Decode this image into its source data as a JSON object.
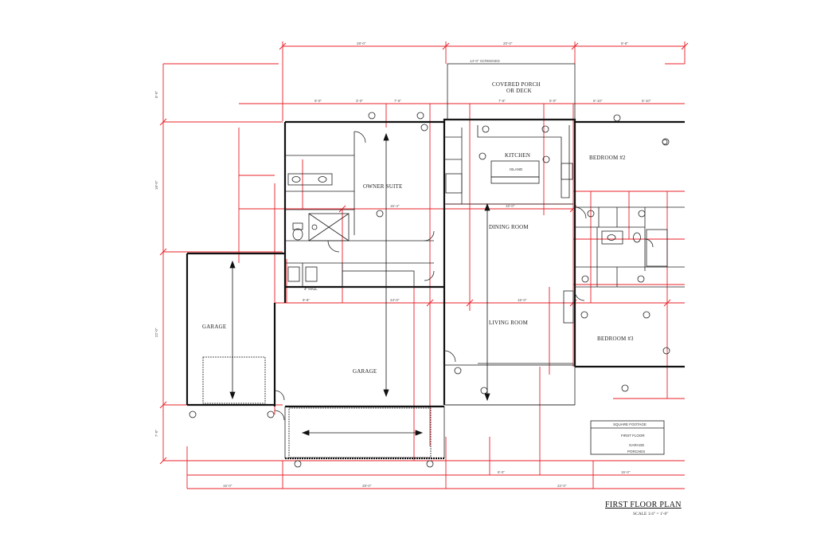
{
  "plan": {
    "title": "FIRST FLOOR PLAN",
    "scale": "SCALE 1/4\" = 1'-0\"",
    "accent_color": "#e8202a"
  },
  "rooms": {
    "kitchen": "KITCHEN",
    "island": "ISLAND",
    "bedroom2": "BEDROOM #2",
    "owner_suite": "OWNER SUITE",
    "dining_room": "DINING ROOM",
    "living_room": "LIVING ROOM",
    "bedroom3": "BEDROOM #3",
    "garage_left": "GARAGE",
    "garage_main": "GARAGE",
    "covered_porch_line1": "COVERED PORCH",
    "covered_porch_line2": "OR DECK"
  },
  "labels": {
    "hall": "4\" HALL",
    "square_footage": "SQUARE FOOTAGE",
    "first_floor": "FIRST FLOOR",
    "garage_sf": "GARAGE",
    "porches_sf": "PORCHES"
  }
}
